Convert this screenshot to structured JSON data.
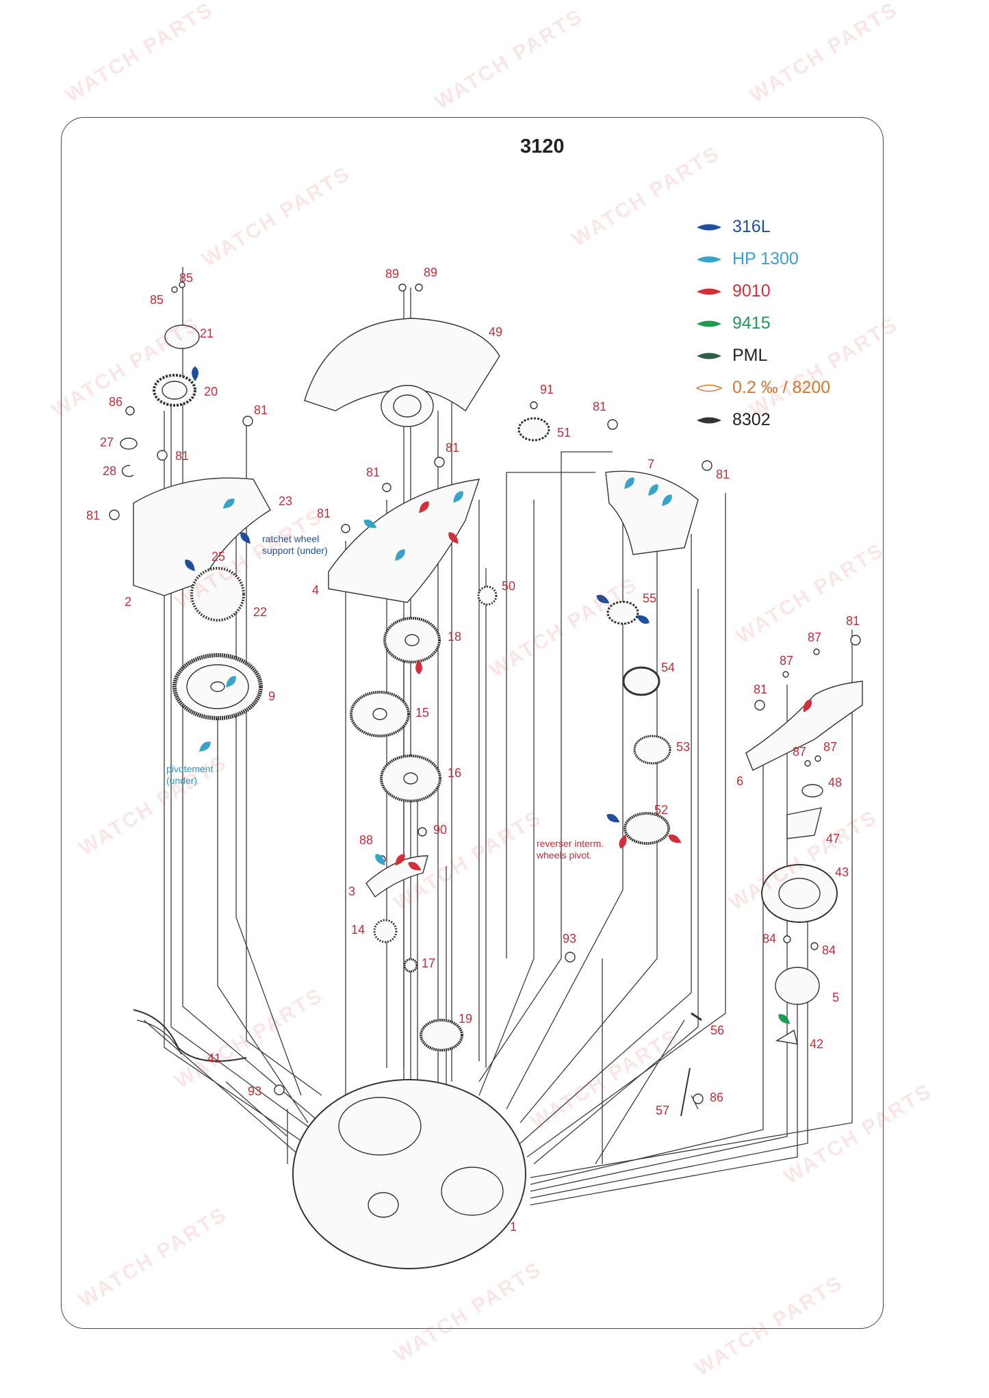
{
  "title": "3120",
  "legend": [
    {
      "label": "316L",
      "color": "#1f4f9c"
    },
    {
      "label": "HP 1300",
      "color": "#37a3c8"
    },
    {
      "label": "9010",
      "color": "#d32f3a"
    },
    {
      "label": "9415",
      "color": "#1f9a55"
    },
    {
      "label": "PML",
      "color": "#2f5f48"
    },
    {
      "label": "0.2 ‰ / 8200",
      "color": "#d9772b",
      "outline": true
    },
    {
      "label": "8302",
      "color": "#333333"
    }
  ],
  "notes": {
    "ratchet": [
      "ratchet wheel",
      "support (under)"
    ],
    "pivot": [
      "pivotement",
      "(under)"
    ],
    "reverser": [
      "reverser interm.",
      "wheels pivot."
    ]
  },
  "labels": {
    "p85a": "85",
    "p85b": "85",
    "p21": "21",
    "p20": "20",
    "p86a": "86",
    "p27": "27",
    "p28": "28",
    "p81a": "81",
    "p81b": "81",
    "p81c": "81",
    "p23": "23",
    "p25": "25",
    "p2": "2",
    "p22": "22",
    "p9": "9",
    "p89a": "89",
    "p89b": "89",
    "p49": "49",
    "p91": "91",
    "p51": "51",
    "p81d": "81",
    "p81e": "81",
    "p81f": "81",
    "p4": "4",
    "p50": "50",
    "p18": "18",
    "p15": "15",
    "p16": "16",
    "p81g": "81",
    "p7": "7",
    "p81h": "81",
    "p55": "55",
    "p54": "54",
    "p53": "53",
    "p52": "52",
    "p88": "88",
    "p90": "90",
    "p3": "3",
    "p14": "14",
    "p17": "17",
    "p19": "19",
    "p93a": "93",
    "p81i": "81",
    "p87a": "87",
    "p87b": "87",
    "p81j": "81",
    "p87c": "87",
    "p87d": "87",
    "p6": "6",
    "p48": "48",
    "p47": "47",
    "p43": "43",
    "p84a": "84",
    "p84b": "84",
    "p5": "5",
    "p42": "42",
    "p56": "56",
    "p41": "41",
    "p93b": "93",
    "p57": "57",
    "p86b": "86",
    "p1": "1"
  },
  "watermark": "WATCH PARTS"
}
